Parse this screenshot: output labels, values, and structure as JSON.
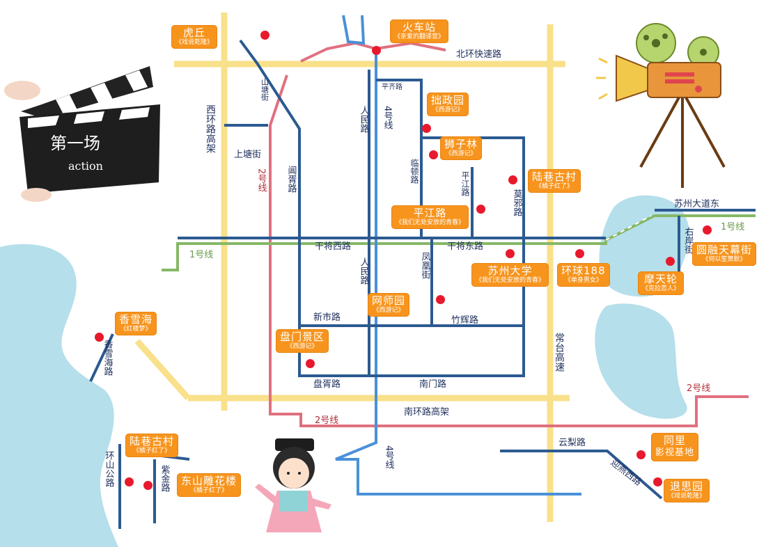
{
  "colors": {
    "road_blue": "#2c5a91",
    "ring_yellow": "#f9e08a",
    "line1_green": "#86b867",
    "line2_red": "#e0707f",
    "line4_blue": "#4a90d9",
    "water": "#b5dfea",
    "spot_orange": "#f7941d",
    "pin_red": "#e8192c"
  },
  "clapperboard": {
    "scene": "第一场",
    "subtitle": "action",
    "icon": "clapperboard-icon"
  },
  "camera": {
    "icon": "movie-camera-icon"
  },
  "character": {
    "icon": "qing-princess-illustration"
  },
  "roads": {
    "north_ring": "北环快速路",
    "south_ring": "南环路高架",
    "west_ring": "西环路高架",
    "changtai": "常台高速",
    "shantang": "山塘街",
    "shangtang": "上塘街",
    "xuxu": "阊胥路",
    "renmin_n": "人民路",
    "renmin_s": "人民路",
    "pingqi": "平齐路",
    "lindun": "临顿路",
    "pingjiang": "平江路",
    "xiangmen": "莫邪路",
    "ganjiang_w": "干将西路",
    "ganjiang_e": "干将东路",
    "fenghuang": "凤凰街",
    "xinshi": "新市路",
    "zhuhui": "竹辉路",
    "panxu": "盘胥路",
    "nanmen": "南门路",
    "suzhou_ave": "苏州大道东",
    "youan": "右岸街",
    "xiangxuehai_rd": "香雪海路",
    "huanshan": "环山公路",
    "zijin": "紫金路",
    "yunli": "云梨路",
    "yinghu": "迎燕西路"
  },
  "metro": {
    "line1_west": "1号线",
    "line1_east": "1号线",
    "line2_north": "2号线",
    "line2_south": "2号线",
    "line2_east": "2号线",
    "line4_north": "4号线",
    "line4_south": "4号线"
  },
  "spots": {
    "huqiu": {
      "name": "虎丘",
      "sub": "《戏说乾隆》"
    },
    "station": {
      "name": "火车站",
      "sub": "《亲爱的翻译官》"
    },
    "zhuozheng": {
      "name": "拙政园",
      "sub": "《西游记》"
    },
    "shizilin": {
      "name": "狮子林",
      "sub": "《西游记》"
    },
    "luxiang_n": {
      "name": "陆巷古村",
      "sub": "《橘子红了》"
    },
    "pingjianglu": {
      "name": "平江路",
      "sub": "《我们无处安放的青春》"
    },
    "suda": {
      "name": "苏州大学",
      "sub": "《我们无处安放的青春》"
    },
    "huanqiu": {
      "name": "环球188",
      "sub": "《单身男女》"
    },
    "yuanrong": {
      "name": "圆融天幕街",
      "sub": "《何以笙箫默》"
    },
    "motianlun": {
      "name": "摩天轮",
      "sub": "《克拉恋人》"
    },
    "wangshi": {
      "name": "网师园",
      "sub": "《西游记》"
    },
    "panmen": {
      "name": "盘门景区",
      "sub": "《西游记》"
    },
    "xiangxuehai": {
      "name": "香雪海",
      "sub": "《红楼梦》"
    },
    "luxiang_s": {
      "name": "陆巷古村",
      "sub": "《橘子红了》"
    },
    "dongshan": {
      "name": "东山雕花楼",
      "sub": "《橘子红了》"
    },
    "tongli": {
      "name": "同里",
      "sub": "影视基地"
    },
    "tuisi": {
      "name": "退思园",
      "sub": "《戏说乾隆》"
    }
  }
}
